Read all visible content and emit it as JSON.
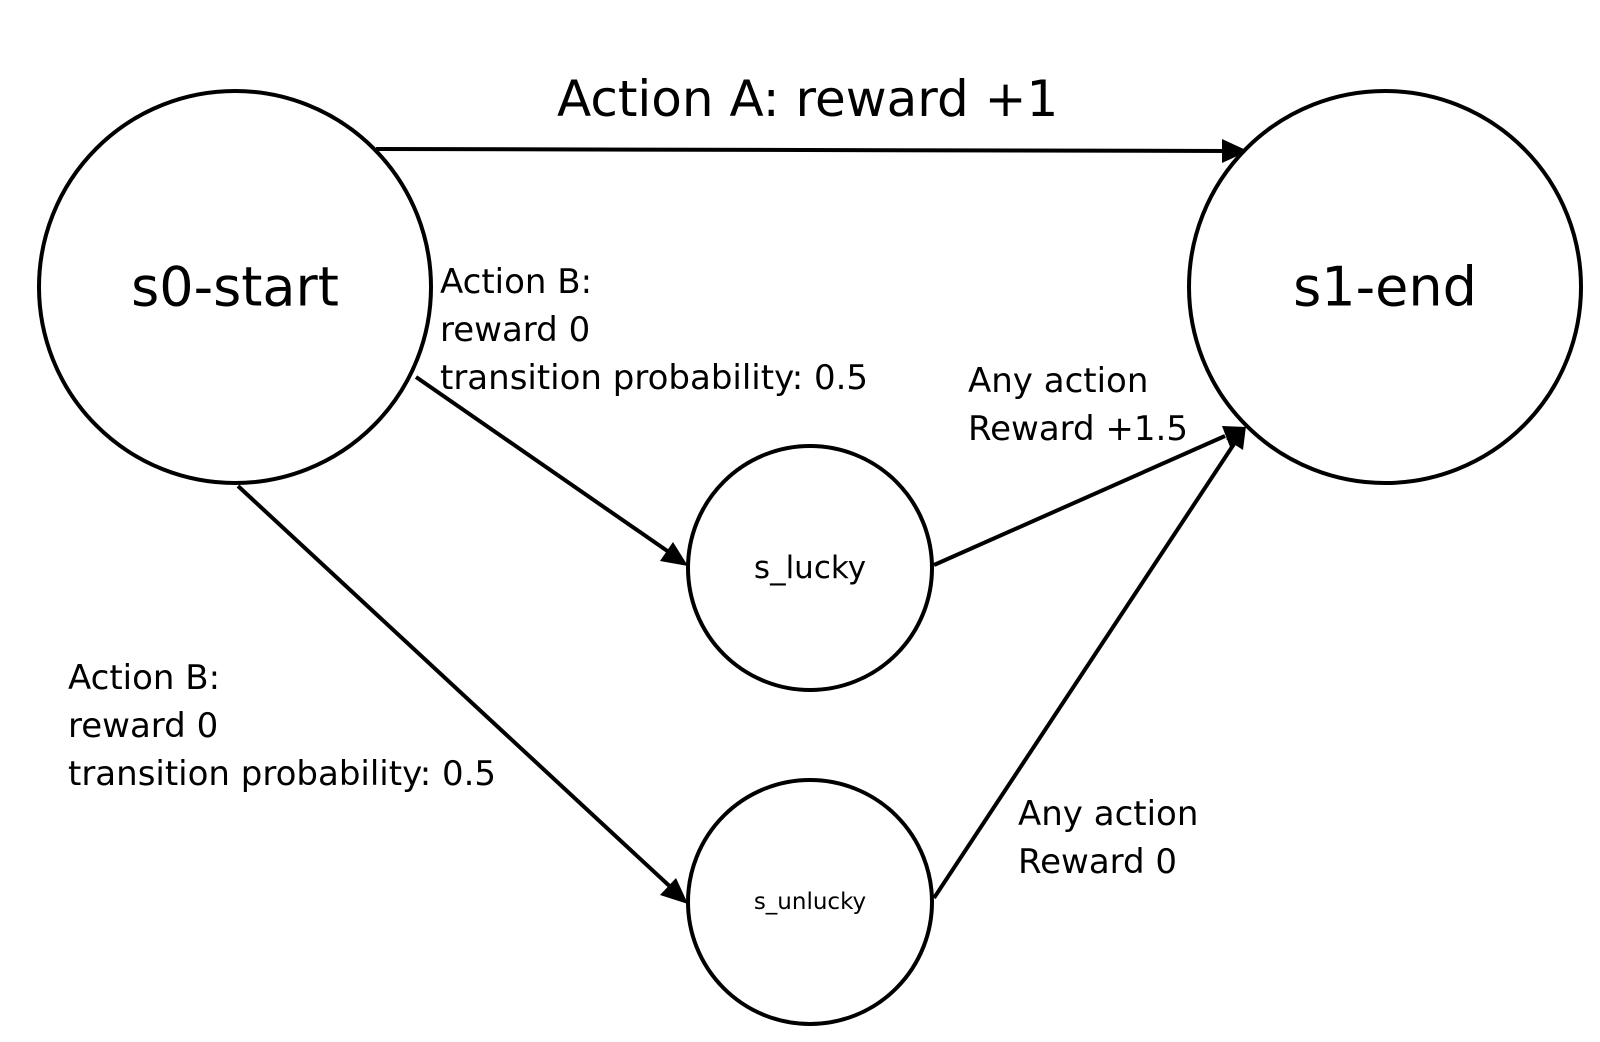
{
  "colors": {
    "background": "#ffffff",
    "stroke": "#000000",
    "text": "#000000"
  },
  "nodes": {
    "s0": {
      "label": "s0-start"
    },
    "s1": {
      "label": "s1-end"
    },
    "lucky": {
      "label": "s_lucky"
    },
    "unlucky": {
      "label": "s_unlucky"
    }
  },
  "edges": {
    "action_a": {
      "from": "s0",
      "to": "s1",
      "lines": [
        "Action A: reward +1"
      ]
    },
    "action_b_lucky": {
      "from": "s0",
      "to": "lucky",
      "lines": [
        "Action B:",
        "reward 0",
        "transition probability: 0.5"
      ]
    },
    "action_b_unlucky": {
      "from": "s0",
      "to": "unlucky",
      "lines": [
        "Action B:",
        "reward 0",
        "transition probability: 0.5"
      ]
    },
    "lucky_to_end": {
      "from": "lucky",
      "to": "s1",
      "lines": [
        "Any action",
        "Reward +1.5"
      ]
    },
    "unlucky_to_end": {
      "from": "unlucky",
      "to": "s1",
      "lines": [
        "Any action",
        "Reward 0"
      ]
    }
  }
}
